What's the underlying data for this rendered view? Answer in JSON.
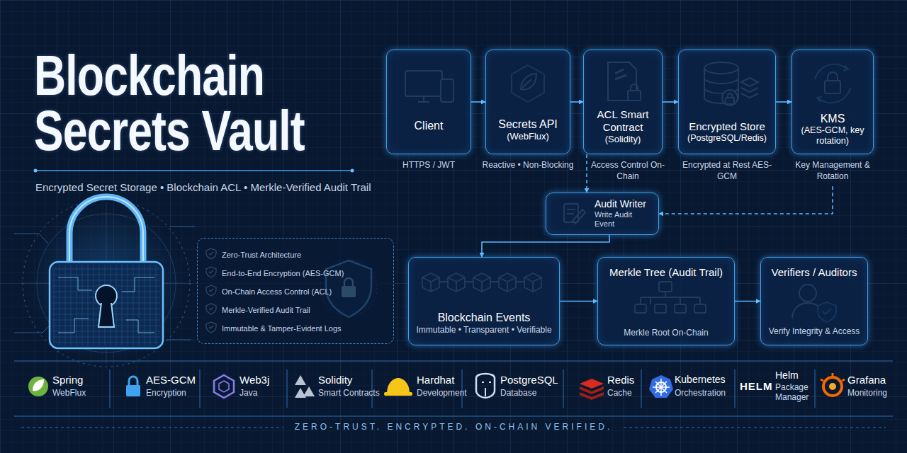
{
  "diagram": {
    "title": "Blockchain Secrets Vault",
    "caption": "ZERO-TRUST. ENCRYPTED. ON-CHAIN VERIFIED.",
    "nodes": [
      {
        "text": [
          "Client",
          "HTTPS / JWT"
        ]
      },
      {
        "text": [
          "Secrets API",
          "(WebFlux)",
          "Reactive • Non-Blocking"
        ]
      },
      {
        "text": [
          "ACL Smart Contract",
          "(Solidity)",
          "Access Control On-Chain"
        ]
      },
      {
        "text": [
          "Encrypted Store",
          "(PostgreSQL/Redis)",
          "Encrypted at Rest AES-GCM"
        ]
      },
      {
        "text": [
          "KMS",
          "(AES-GCM, key rotation)",
          "Key Management & Rotation"
        ]
      },
      {
        "text": [
          "Audit Writer",
          "Write Audit Event"
        ]
      },
      {
        "text": [
          "Zero-Trust Architecture",
          "End-to-End Encryption (AES-GCM)",
          "On-Chain Access Control (ACL)",
          "Merkle-Verified Audit Trail",
          "Immutable & Tamper-Evident Logs"
        ]
      },
      {
        "text": [
          "Blockchain Events",
          "Immutable • Transparent • Verifiable"
        ]
      },
      {
        "text": [
          "Merkle Tree (Audit Trail)",
          "Merkle Root On-Chain"
        ]
      },
      {
        "text": [
          "Verifiers / Auditors",
          "Verify Integrity & Access"
        ]
      }
    ],
    "edges": [
      {
        "from": 0,
        "to": 1,
        "arrow": "to"
      },
      {
        "from": 1,
        "to": 2,
        "arrow": "to"
      },
      {
        "from": 2,
        "to": 3,
        "arrow": "to"
      },
      {
        "from": 3,
        "to": 4,
        "arrow": "to"
      },
      {
        "from": 2,
        "to": 5,
        "arrow": "to"
      },
      {
        "from": 4,
        "to": 5,
        "arrow": "to"
      },
      {
        "from": 5,
        "to": 7,
        "arrow": "to"
      },
      {
        "from": 7,
        "to": 8,
        "arrow": "to"
      },
      {
        "from": 8,
        "to": 9,
        "arrow": "to"
      }
    ],
    "labels": [
      "Encrypted Secret Storage • Blockchain ACL • Merkle-Verified Audit Trail",
      "Spring",
      "WebFlux",
      "AES-GCM",
      "Encryption",
      "Web3j",
      "Java",
      "Solidity",
      "Smart Contracts",
      "Hardhat",
      "Development",
      "PostgreSQL",
      "Database",
      "Redis",
      "Cache",
      "Kubernetes",
      "Orchestration",
      "HELM",
      "Helm",
      "Package Manager",
      "Grafana",
      "Monitoring"
    ]
  }
}
